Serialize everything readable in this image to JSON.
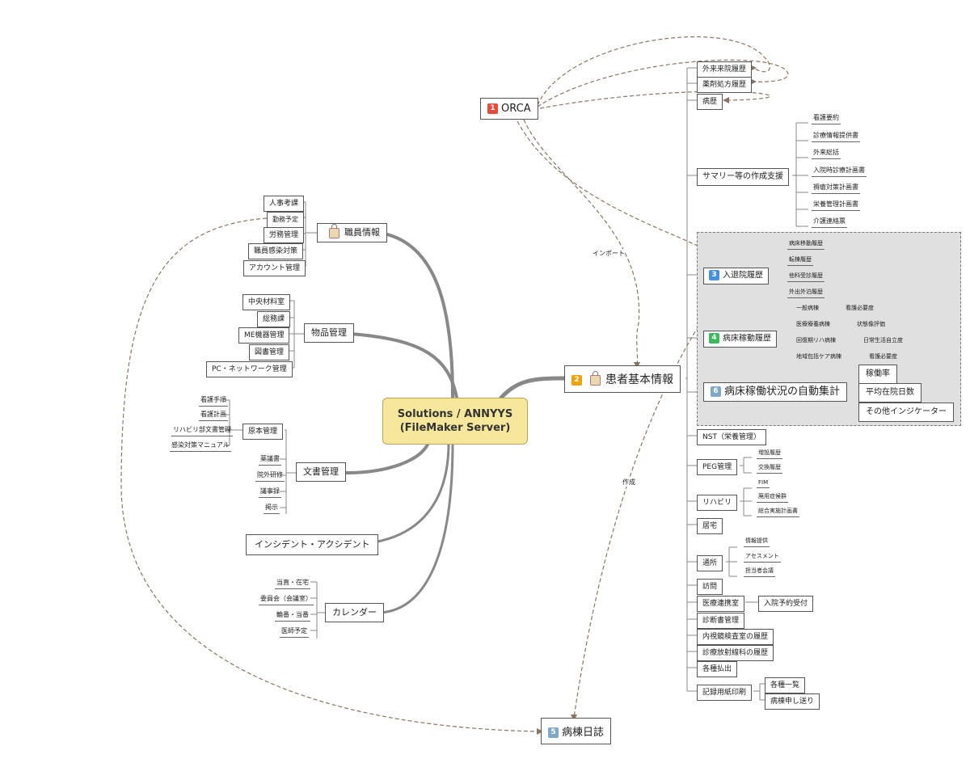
{
  "center": {
    "line1": "Solutions / ANNYYS",
    "line2": "(FileMaker Server)"
  },
  "colors": {
    "center_fill": "#f7e79c",
    "badge1": "#e84b3c",
    "badge2": "#f0a30a",
    "badge3": "#4a90e2",
    "badge4": "#3cb95a",
    "badge5": "#7fa8c9",
    "badge6": "#7fa8c9"
  },
  "orca": {
    "num": "1",
    "label": "ORCA"
  },
  "patient": {
    "num": "2",
    "label": "患者基本情報"
  },
  "ward_diary": {
    "num": "5",
    "label": "病棟日誌"
  },
  "edge_labels": {
    "import": "インポート",
    "create": "作成"
  },
  "staff": {
    "label": "職員情報",
    "items": [
      "人事考課",
      "勤務予定",
      "労務管理",
      "職員感染対策",
      "アカウント管理"
    ]
  },
  "goods": {
    "label": "物品管理",
    "items": [
      "中央材料室",
      "総務課",
      "ME機器管理",
      "図書管理",
      "PC・ネットワーク管理"
    ]
  },
  "docs": {
    "label": "文書管理",
    "genpon": {
      "label": "原本管理",
      "items": [
        "看護手順",
        "看護計画",
        "リハビリ部文書管理",
        "感染対策マニュアル"
      ]
    },
    "items": [
      "薬議書",
      "院外研修",
      "議事録",
      "掲示"
    ]
  },
  "incident": {
    "label": "インシデント・アクシデント"
  },
  "calendar": {
    "label": "カレンダー",
    "items": [
      "当直・在宅",
      "委員会（会議室）",
      "輪番・当番",
      "医師予定"
    ]
  },
  "top_items": [
    "外来来院履歴",
    "薬剤処方履歴",
    "病歴"
  ],
  "summary": {
    "label": "サマリー等の作成支援",
    "items": [
      "看護要約",
      "診療情報提供書",
      "外来総括",
      "入院時診療計画書",
      "褥瘡対策計画書",
      "栄養管理計画書",
      "介護連絡票"
    ]
  },
  "admission": {
    "num": "3",
    "label": "入退院履歴",
    "items": [
      "病床移動履歴",
      "転棟履歴",
      "他科受診履歴",
      "外出外泊履歴"
    ]
  },
  "bed_op": {
    "num": "4",
    "label": "病床稼動履歴",
    "rows": [
      [
        "一般病棟",
        "看護必要度"
      ],
      [
        "医療療養病棟",
        "状態像評価"
      ],
      [
        "回復期リハ病棟",
        "日常生活自立度"
      ],
      [
        "地域包括ケア病棟",
        "看護必要度"
      ]
    ]
  },
  "bed_auto": {
    "num": "6",
    "label": "病床稼働状況の自動集計",
    "items": [
      "稼働率",
      "平均在院日数",
      "その他インジケーター"
    ]
  },
  "nst": "NST（栄養管理）",
  "peg": {
    "label": "PEG管理",
    "items": [
      "増設履歴",
      "交換履歴"
    ]
  },
  "rehab": {
    "label": "リハビリ",
    "items": [
      "FIM",
      "廃用症候群",
      "総合実施計画書"
    ]
  },
  "home": "居宅",
  "day_care": {
    "label": "通所",
    "items": [
      "情報提供",
      "アセスメント",
      "担当者会議"
    ]
  },
  "visit": "訪問",
  "liaison": {
    "label": "医療連携室",
    "items": [
      "入院予約受付"
    ]
  },
  "cert": "診断書管理",
  "endo": "内視鏡検査室の履歴",
  "radio": "診療放射線科の履歴",
  "payments": "各種払出",
  "print": {
    "label": "記録用紙印刷",
    "items": [
      "各種一覧",
      "病棟申し送り"
    ]
  }
}
